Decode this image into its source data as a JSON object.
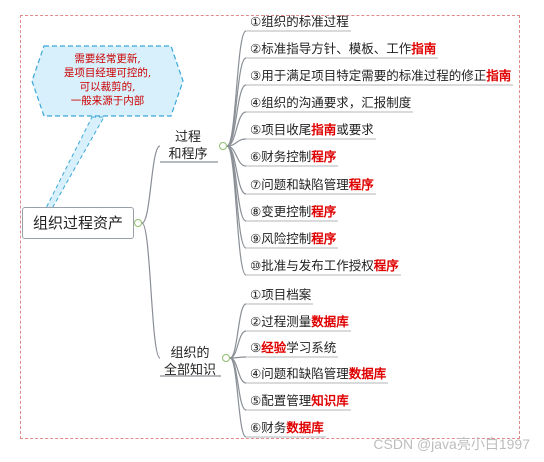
{
  "root": {
    "label": "组织过程资产"
  },
  "callout": {
    "lines": [
      "需要经常更新,",
      "是项目经理可控的,",
      "可以裁剪的,",
      "一般来源于内部"
    ]
  },
  "branches": [
    {
      "label_lines": [
        "过程",
        "和程序"
      ],
      "items": [
        {
          "num": "①",
          "text": "组织的标准过程",
          "highlight": ""
        },
        {
          "num": "②",
          "text": "标准指导方针、模板、工作",
          "highlight": "指南"
        },
        {
          "num": "③",
          "text": "用于满足项目特定需要的标准过程的修正",
          "highlight": "指南"
        },
        {
          "num": "④",
          "text": "组织的沟通要求，汇报制度",
          "highlight": ""
        },
        {
          "num": "⑤",
          "text": "项目收尾",
          "highlight": "指南",
          "suffix": "或要求"
        },
        {
          "num": "⑥",
          "text": "财务控制",
          "highlight": "程序"
        },
        {
          "num": "⑦",
          "text": "问题和缺陷管理",
          "highlight": "程序"
        },
        {
          "num": "⑧",
          "text": "变更控制",
          "highlight": "程序"
        },
        {
          "num": "⑨",
          "text": "风险控制",
          "highlight": "程序"
        },
        {
          "num": "⑩",
          "text": "批准与发布工作授权",
          "highlight": "程序"
        }
      ]
    },
    {
      "label_lines": [
        "组织的",
        "全部知识"
      ],
      "items": [
        {
          "num": "①",
          "text": "项目档案",
          "highlight": ""
        },
        {
          "num": "②",
          "text": "过程测量",
          "highlight": "数据库"
        },
        {
          "num": "③",
          "text": "",
          "highlight": "经验",
          "suffix": "学习系统"
        },
        {
          "num": "④",
          "text": "问题和缺陷管理",
          "highlight": "数据库"
        },
        {
          "num": "⑤",
          "text": "配置管理",
          "highlight": "知识库"
        },
        {
          "num": "⑥",
          "text": "财务",
          "highlight": "数据库"
        }
      ]
    }
  ],
  "watermark": "CSDN @java亮小白1997"
}
